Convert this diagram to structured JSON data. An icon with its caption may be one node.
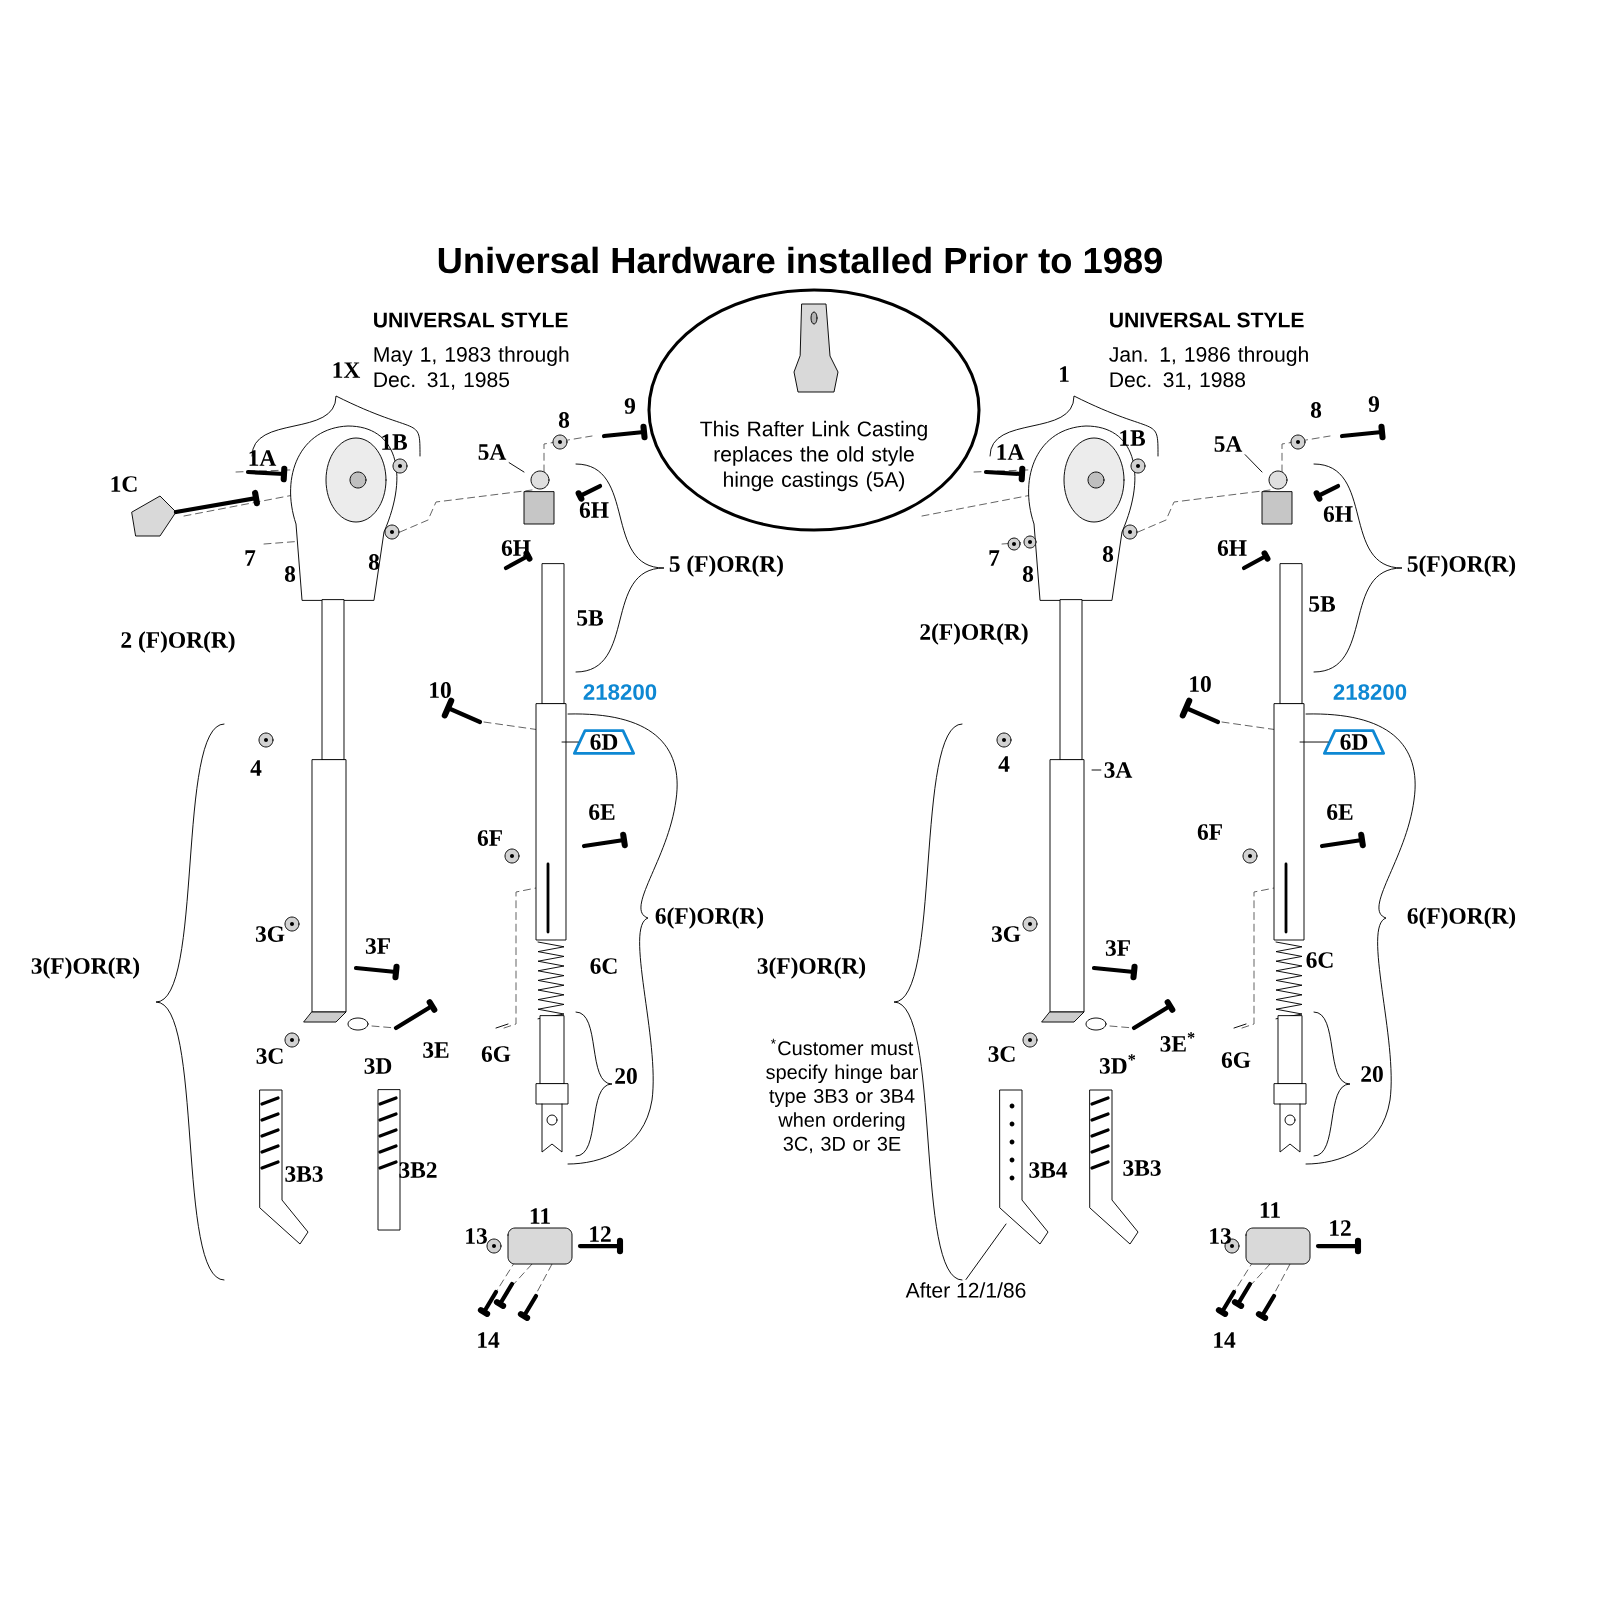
{
  "diagram": {
    "title": "Universal Hardware installed Prior to 1989",
    "nodes": [
      {
        "text": [
          "This Rafter Link Casting replaces the old style hinge castings (5A)"
        ]
      },
      {
        "text": [
          "5A"
        ]
      },
      {
        "text": [
          "6D"
        ],
        "beside": [
          "218200"
        ]
      },
      {
        "text": [
          "5A"
        ]
      },
      {
        "text": [
          "3A"
        ]
      },
      {
        "text": [
          "6D"
        ],
        "beside": [
          "218200"
        ]
      },
      {
        "text": [
          "After 12/1/86"
        ]
      }
    ],
    "edges": [
      {
        "from": 1,
        "to": null,
        "arrow": "none"
      },
      {
        "from": 2,
        "to": null,
        "arrow": "none"
      },
      {
        "from": 3,
        "to": null,
        "arrow": "none"
      },
      {
        "from": 4,
        "to": null,
        "arrow": "none"
      },
      {
        "from": 5,
        "to": null,
        "arrow": "none"
      },
      {
        "from": 6,
        "to": null,
        "arrow": "none"
      }
    ],
    "labels": [
      "UNIVERSAL STYLE",
      "May 1, 1983 through Dec. 31, 1985",
      "UNIVERSAL STYLE",
      "Jan. 1, 1986 through Dec. 31, 1988",
      "1X",
      "1",
      "8",
      "9",
      "1B",
      "1A",
      "1C",
      "6H",
      "6H",
      "7",
      "8",
      "8",
      "5 (F)OR(R)",
      "5B",
      "2 (F)OR(R)",
      "10",
      "4",
      "6E",
      "6F",
      "6(F)OR(R)",
      "3G",
      "3F",
      "3(F)OR(R)",
      "6C",
      "3C",
      "3D",
      "3E",
      "6G",
      "20",
      "3B3",
      "3B2",
      "11",
      "13",
      "12",
      "14",
      "8",
      "9",
      "1B",
      "1A",
      "6H",
      "6H",
      "7",
      "8",
      "8",
      "5(F)OR(R)",
      "5B",
      "2(F)OR(R)",
      "10",
      "4",
      "6E",
      "6F",
      "6(F)OR(R)",
      "3G",
      "3F",
      "3(F)OR(R)",
      "6C",
      "3C",
      "3D$^{*}$",
      "3E$^{*}$",
      "6G",
      "20",
      "3B4",
      "3B3",
      "11",
      "13",
      "12",
      "14",
      "$^{*}$Customer must specify hinge bar type 3B3 or 3B4 when ordering 3C, 3D or 3E"
    ]
  }
}
